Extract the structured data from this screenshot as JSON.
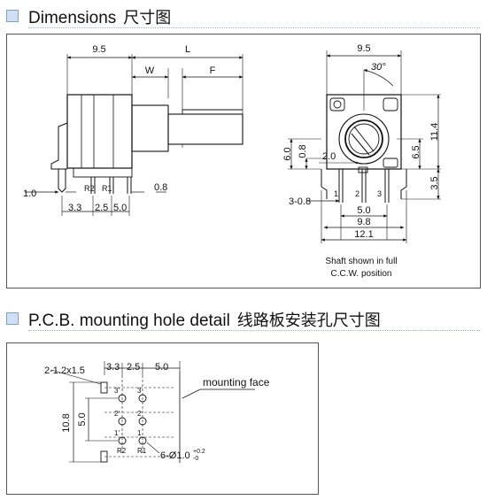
{
  "section1": {
    "title": "Dimensions",
    "title_cn": "尺寸图"
  },
  "section2": {
    "title": "P.C.B. mounting hole detail",
    "title_cn": "线路板安装孔尺寸图"
  },
  "side_view": {
    "dim_top_left": "9.5",
    "dim_L": "L",
    "dim_W": "W",
    "dim_F": "F",
    "dim_1_0": "1.0",
    "dim_0_8": "0.8",
    "dim_3_3": "3.3",
    "dim_2_5": "2.5",
    "dim_5_0": "5.0",
    "pin_R2": "R2",
    "pin_R1": "R1"
  },
  "front_view": {
    "dim_top": "9.5",
    "angle": "30°",
    "dim_6_0": "6.0",
    "dim_0_8": "0.8",
    "dim_2_0": "2.0",
    "dim_6_5": "6.5",
    "dim_11_4": "11.4",
    "dim_3_5": "3.5",
    "dim_3_0_8": "3-0.8",
    "dim_5_0": "5.0",
    "dim_9_8": "9.8",
    "dim_12_1": "12.1",
    "pin_1": "1",
    "pin_2": "2",
    "pin_3": "3",
    "note_line1": "Shaft shown in full",
    "note_line2": "C.C.W. position"
  },
  "pcb": {
    "label_slots": "2-1.2x1.5",
    "dim_3_3": "3.3",
    "dim_2_5": "2.5",
    "dim_5_0": "5.0",
    "mounting_face": "mounting face",
    "dim_10_8": "10.8",
    "dim_5_0_v": "5.0",
    "hole_3p": "3'",
    "hole_3": "3",
    "hole_2p": "2'",
    "hole_2": "2",
    "hole_1p": "1'",
    "hole_1": "1",
    "hole_R2": "R2",
    "hole_R1": "R1",
    "hole_spec": "6-Ø1.0",
    "tol_plus": "+0.2",
    "tol_minus": "-0"
  }
}
